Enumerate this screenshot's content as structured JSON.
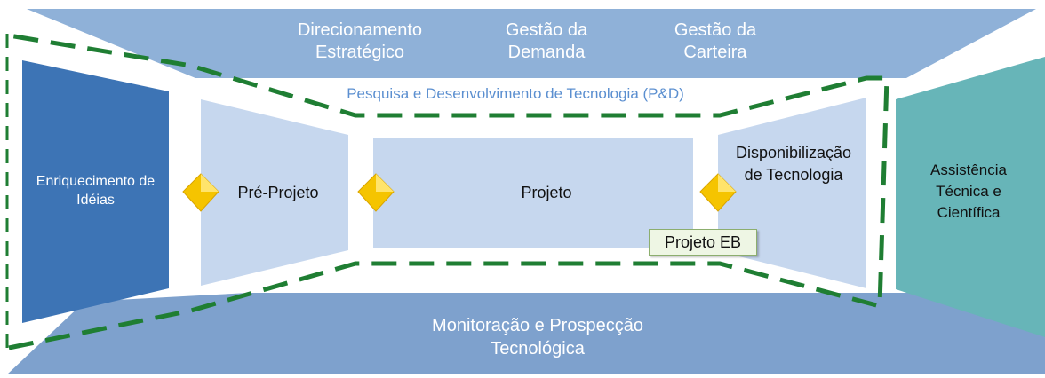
{
  "top_band": {
    "items": [
      {
        "line1": "Direcionamento",
        "line2": "Estratégico"
      },
      {
        "line1": "Gestão da",
        "line2": "Demanda"
      },
      {
        "line1": "Gestão da",
        "line2": "Carteira"
      }
    ]
  },
  "rd_label": "Pesquisa e Desenvolvimento de Tecnologia (P&D)",
  "stages": {
    "ideas": {
      "line1": "Enriquecimento de",
      "line2": "Idéias"
    },
    "pre_project": "Pré-Projeto",
    "project": "Projeto",
    "availability": {
      "line1": "Disponibilização",
      "line2": "de Tecnologia"
    },
    "assistance": {
      "line1": "Assistência",
      "line2": "Técnica e",
      "line3": "Científica"
    }
  },
  "badge": "Projeto EB",
  "bottom_band": {
    "line1": "Monitoração e Prospecção",
    "line2": "Tecnológica"
  },
  "colors": {
    "top_band": "#8fb1d8",
    "bottom_band": "#7ea1cd",
    "ideas_box": "#3d74b5",
    "light_panel": "#c6d7ee",
    "assistance_box": "#67b5b8",
    "dashed_line": "#1f7e33",
    "milestone": "#f5c400",
    "rd_text": "#5b8fd0"
  }
}
